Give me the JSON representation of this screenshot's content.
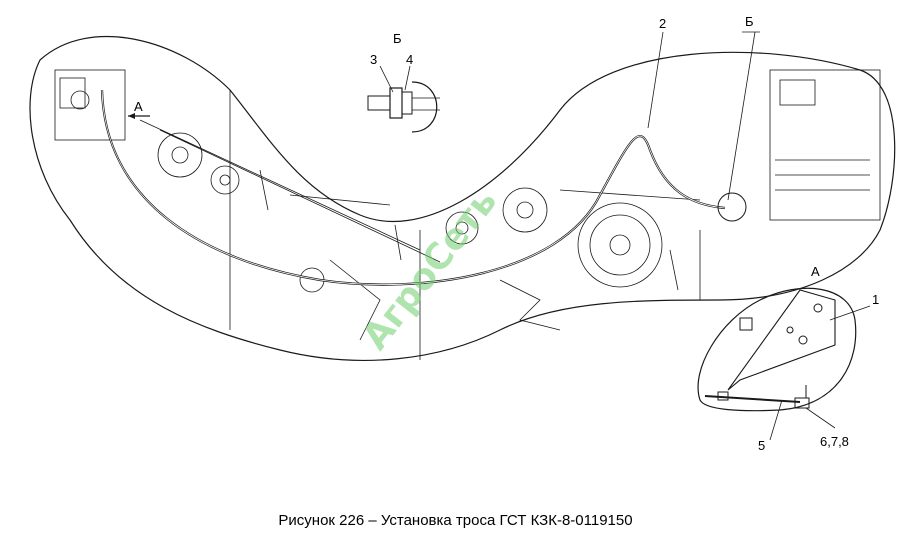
{
  "figure": {
    "view_labels": {
      "view_a_main": "А",
      "view_b_detail": "Б",
      "view_b_main": "Б",
      "view_a_inset": "А"
    },
    "callouts": {
      "c1": "1",
      "c2": "2",
      "c3": "3",
      "c4": "4",
      "c5": "5",
      "c678": "6,7,8"
    },
    "watermark": "АгроСеть",
    "caption": "Рисунок 226 – Установка троса ГСТ КЗК-8-0119150"
  },
  "colors": {
    "line": "#1a1a1a",
    "watermark": "#6fcf6f"
  }
}
